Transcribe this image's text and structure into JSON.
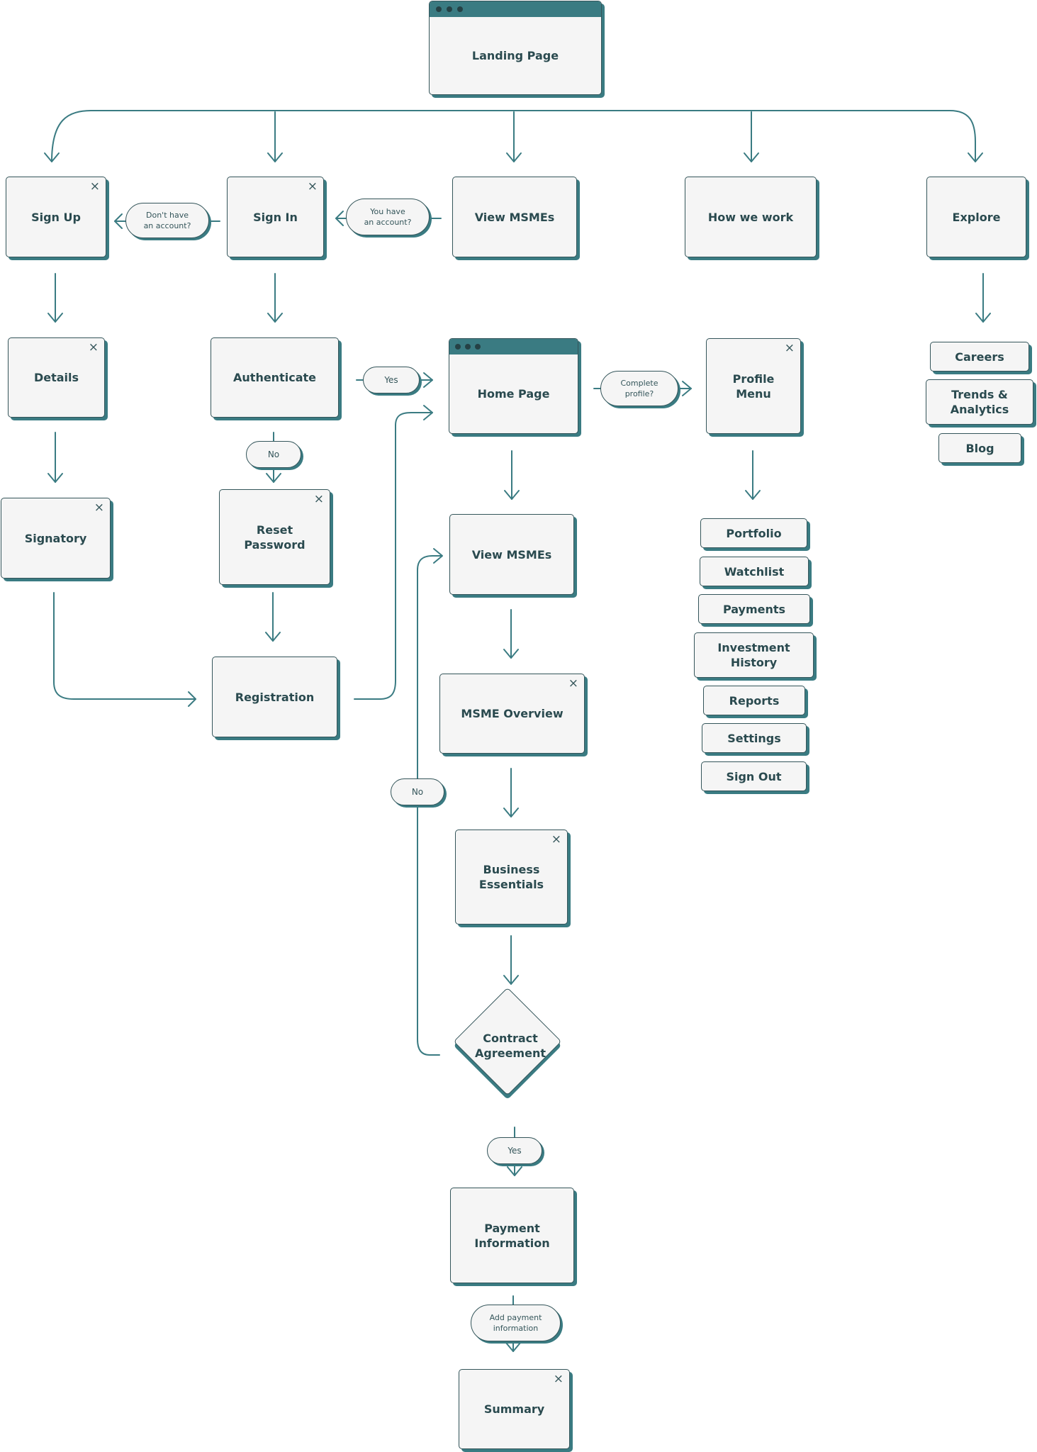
{
  "diagram": {
    "landing": "Landing Page",
    "top_nav": {
      "sign_up": "Sign Up",
      "sign_in": "Sign In",
      "view_msmes": "View MSMEs",
      "how_we_work": "How we work",
      "explore": "Explore"
    },
    "labels": {
      "dont_have_account": "Don't have\nan account?",
      "you_have_account": "You have\nan account?",
      "yes": "Yes",
      "no": "No",
      "complete_profile": "Complete\nprofile?",
      "add_payment": "Add payment\ninformation"
    },
    "signup_flow": {
      "details": "Details",
      "signatory": "Signatory"
    },
    "signin_flow": {
      "authenticate": "Authenticate",
      "reset_password": "Reset\nPassword",
      "registration": "Registration"
    },
    "home": {
      "home_page": "Home Page",
      "view_msmes": "View MSMEs",
      "msme_overview": "MSME Overview",
      "business_essentials": "Business\nEssentials",
      "contract_agreement": "Contract\nAgreement",
      "payment_information": "Payment\nInformation",
      "summary": "Summary"
    },
    "profile": {
      "title": "Profile\nMenu",
      "items": [
        "Portfolio",
        "Watchlist",
        "Payments",
        "Investment\nHistory",
        "Reports",
        "Settings",
        "Sign Out"
      ]
    },
    "explore_items": [
      "Careers",
      "Trends &\nAnalytics",
      "Blog"
    ],
    "close_glyph": "×"
  }
}
